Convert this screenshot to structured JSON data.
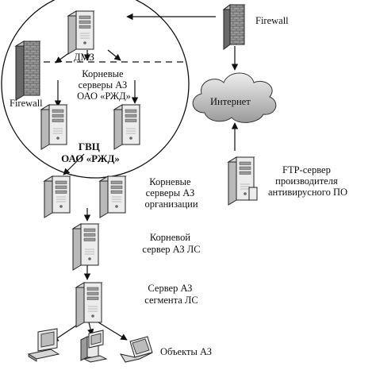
{
  "labels": {
    "dmz": "ДМЗ",
    "root_servers_rzd": [
      "Корневые",
      "серверы АЗ",
      "ОАО «РЖД»"
    ],
    "firewall_left": "Firewall",
    "gvc": [
      "ГВЦ",
      "ОАО «РЖД»"
    ],
    "firewall_top": "Firewall",
    "internet": "Интернет",
    "ftp_server": [
      "FTP-сервер",
      "производителя",
      "антивирусного ПО"
    ],
    "root_servers_org": [
      "Корневые",
      "серверы АЗ",
      "организации"
    ],
    "root_server_ls": [
      "Корневой",
      "сервер АЗ ЛС"
    ],
    "segment_server": [
      "Сервер АЗ",
      "сегмента ЛС"
    ],
    "objects": "Объекты АЗ"
  },
  "icons": [
    "server-icon",
    "firewall-icon",
    "cloud-icon",
    "desktop-computer-icon",
    "tower-computer-icon",
    "laptop-icon",
    "arrow-icon"
  ],
  "colors": {
    "stroke": "#222222",
    "server_face": "#ececec",
    "server_side": "#b9b9b9",
    "server_top": "#d8d8d8",
    "brick": "#8a8a8a",
    "cloud": "#d0d0d0"
  }
}
